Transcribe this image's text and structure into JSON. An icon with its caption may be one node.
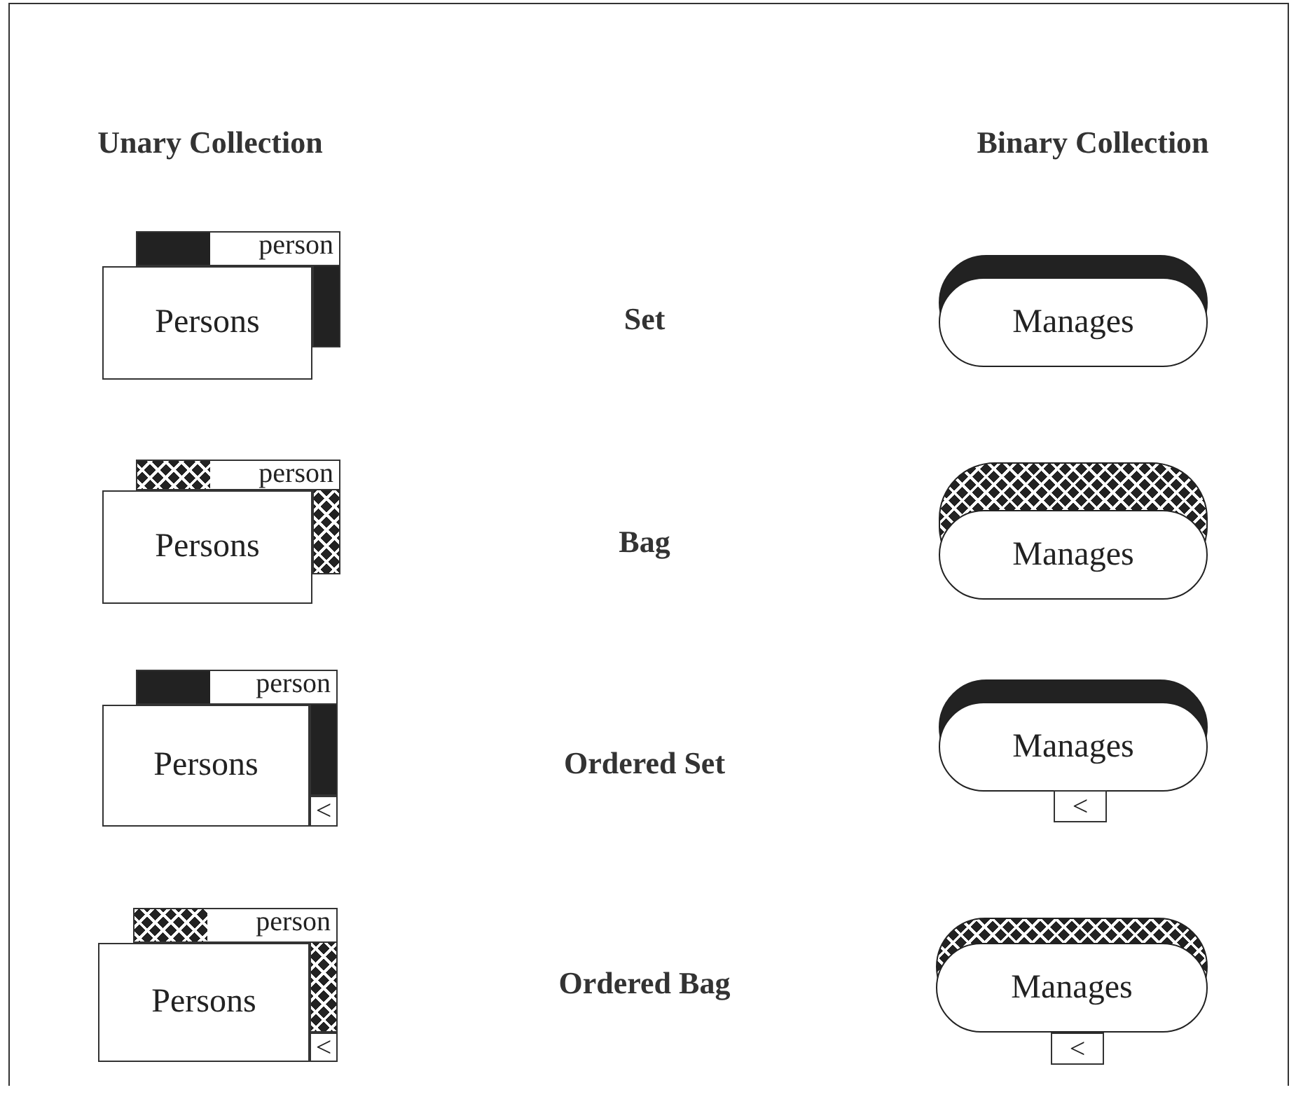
{
  "diagram": {
    "nodes": [
      {
        "text": [
          "person"
        ]
      },
      {
        "text": [
          "Persons"
        ]
      },
      {
        "text": [
          "Manages"
        ]
      },
      {
        "text": [
          "person"
        ]
      },
      {
        "text": [
          "Persons"
        ]
      },
      {
        "text": [
          "Manages"
        ]
      },
      {
        "text": [
          "person"
        ]
      },
      {
        "text": [
          "Persons"
        ]
      },
      {
        "text": [
          "<"
        ]
      },
      {
        "text": [
          "Manages"
        ]
      },
      {
        "text": [
          "<"
        ]
      },
      {
        "text": [
          "person"
        ]
      },
      {
        "text": [
          "Persons"
        ]
      },
      {
        "text": [
          "<"
        ]
      },
      {
        "text": [
          "Manages"
        ]
      },
      {
        "text": [
          "<"
        ]
      }
    ],
    "edges": [],
    "labels": [
      "Unary Collection",
      "Binary Collection",
      "Set",
      "Bag",
      "Ordered Set",
      "Ordered Bag"
    ]
  }
}
